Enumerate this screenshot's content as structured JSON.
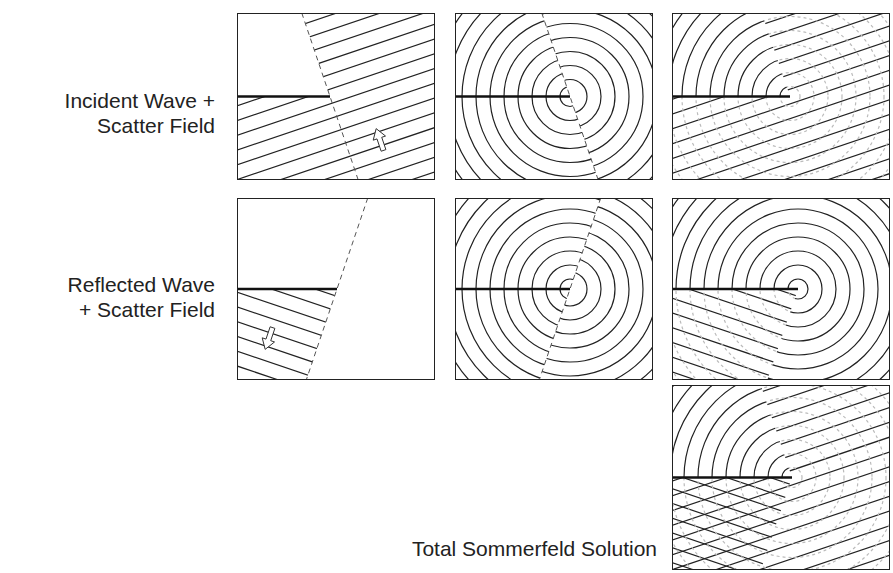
{
  "diagram": {
    "labels": [
      "Incident Wave + Scatter Field",
      "Reflected Wave + Scatter Field",
      "Total Sommerfeld Solution"
    ]
  }
}
